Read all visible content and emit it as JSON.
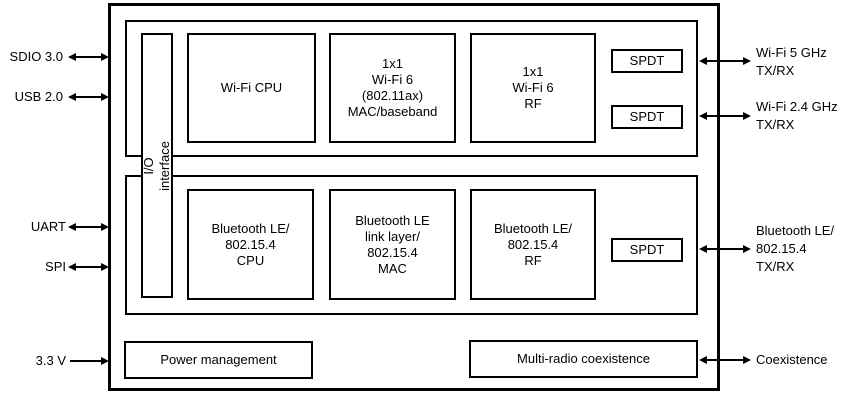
{
  "diagram": {
    "chip": {
      "io_interface": "I/O interface",
      "wifi_subsystem": {
        "cpu": "Wi-Fi CPU",
        "mac_baseband": "1x1\nWi-Fi 6\n(802.11ax)\nMAC/baseband",
        "rf": "1x1\nWi-Fi 6\nRF",
        "spdt_5ghz": "SPDT",
        "spdt_24ghz": "SPDT"
      },
      "bt_subsystem": {
        "cpu": "Bluetooth LE/\n802.15.4\nCPU",
        "mac": "Bluetooth LE\nlink layer/\n802.15.4\nMAC",
        "rf": "Bluetooth LE/\n802.15.4\nRF",
        "spdt": "SPDT"
      },
      "power_management": "Power management",
      "multi_radio_coexistence": "Multi-radio coexistence"
    },
    "left_ports": [
      {
        "label": "SDIO 3.0",
        "direction": "bidirectional"
      },
      {
        "label": "USB 2.0",
        "direction": "bidirectional"
      },
      {
        "label": "UART",
        "direction": "bidirectional"
      },
      {
        "label": "SPI",
        "direction": "bidirectional"
      },
      {
        "label": "3.3 V",
        "direction": "input"
      }
    ],
    "right_ports": [
      {
        "label": "Wi-Fi 5 GHz\nTX/RX",
        "direction": "bidirectional"
      },
      {
        "label": "Wi-Fi 2.4 GHz\nTX/RX",
        "direction": "bidirectional"
      },
      {
        "label": "Bluetooth LE/\n802.15.4\nTX/RX",
        "direction": "bidirectional"
      },
      {
        "label": "Coexistence",
        "direction": "bidirectional"
      }
    ],
    "colors": {
      "line": "#000000",
      "background": "#ffffff",
      "text": "#000000"
    }
  }
}
